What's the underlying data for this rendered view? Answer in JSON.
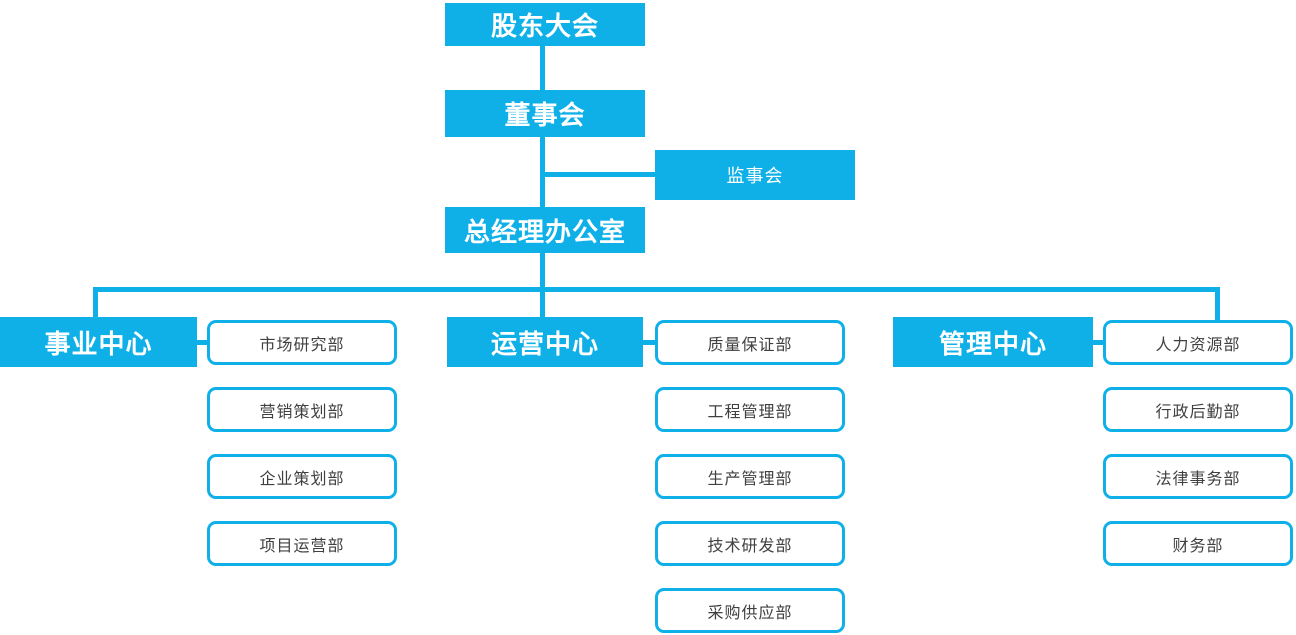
{
  "colors": {
    "accent": "#0fb0e7",
    "node_text": "#ffffff",
    "department_text": "#404040",
    "background": "#ffffff"
  },
  "org_chart": {
    "top_chain": [
      {
        "label": "股东大会"
      },
      {
        "label": "董事会"
      },
      {
        "label": "总经理办公室"
      }
    ],
    "supervisory": {
      "label": "监事会"
    },
    "centers": [
      {
        "label": "事业中心",
        "departments": [
          "市场研究部",
          "营销策划部",
          "企业策划部",
          "项目运营部"
        ]
      },
      {
        "label": "运营中心",
        "departments": [
          "质量保证部",
          "工程管理部",
          "生产管理部",
          "技术研发部",
          "采购供应部"
        ]
      },
      {
        "label": "管理中心",
        "departments": [
          "人力资源部",
          "行政后勤部",
          "法律事务部",
          "财务部"
        ]
      }
    ]
  }
}
